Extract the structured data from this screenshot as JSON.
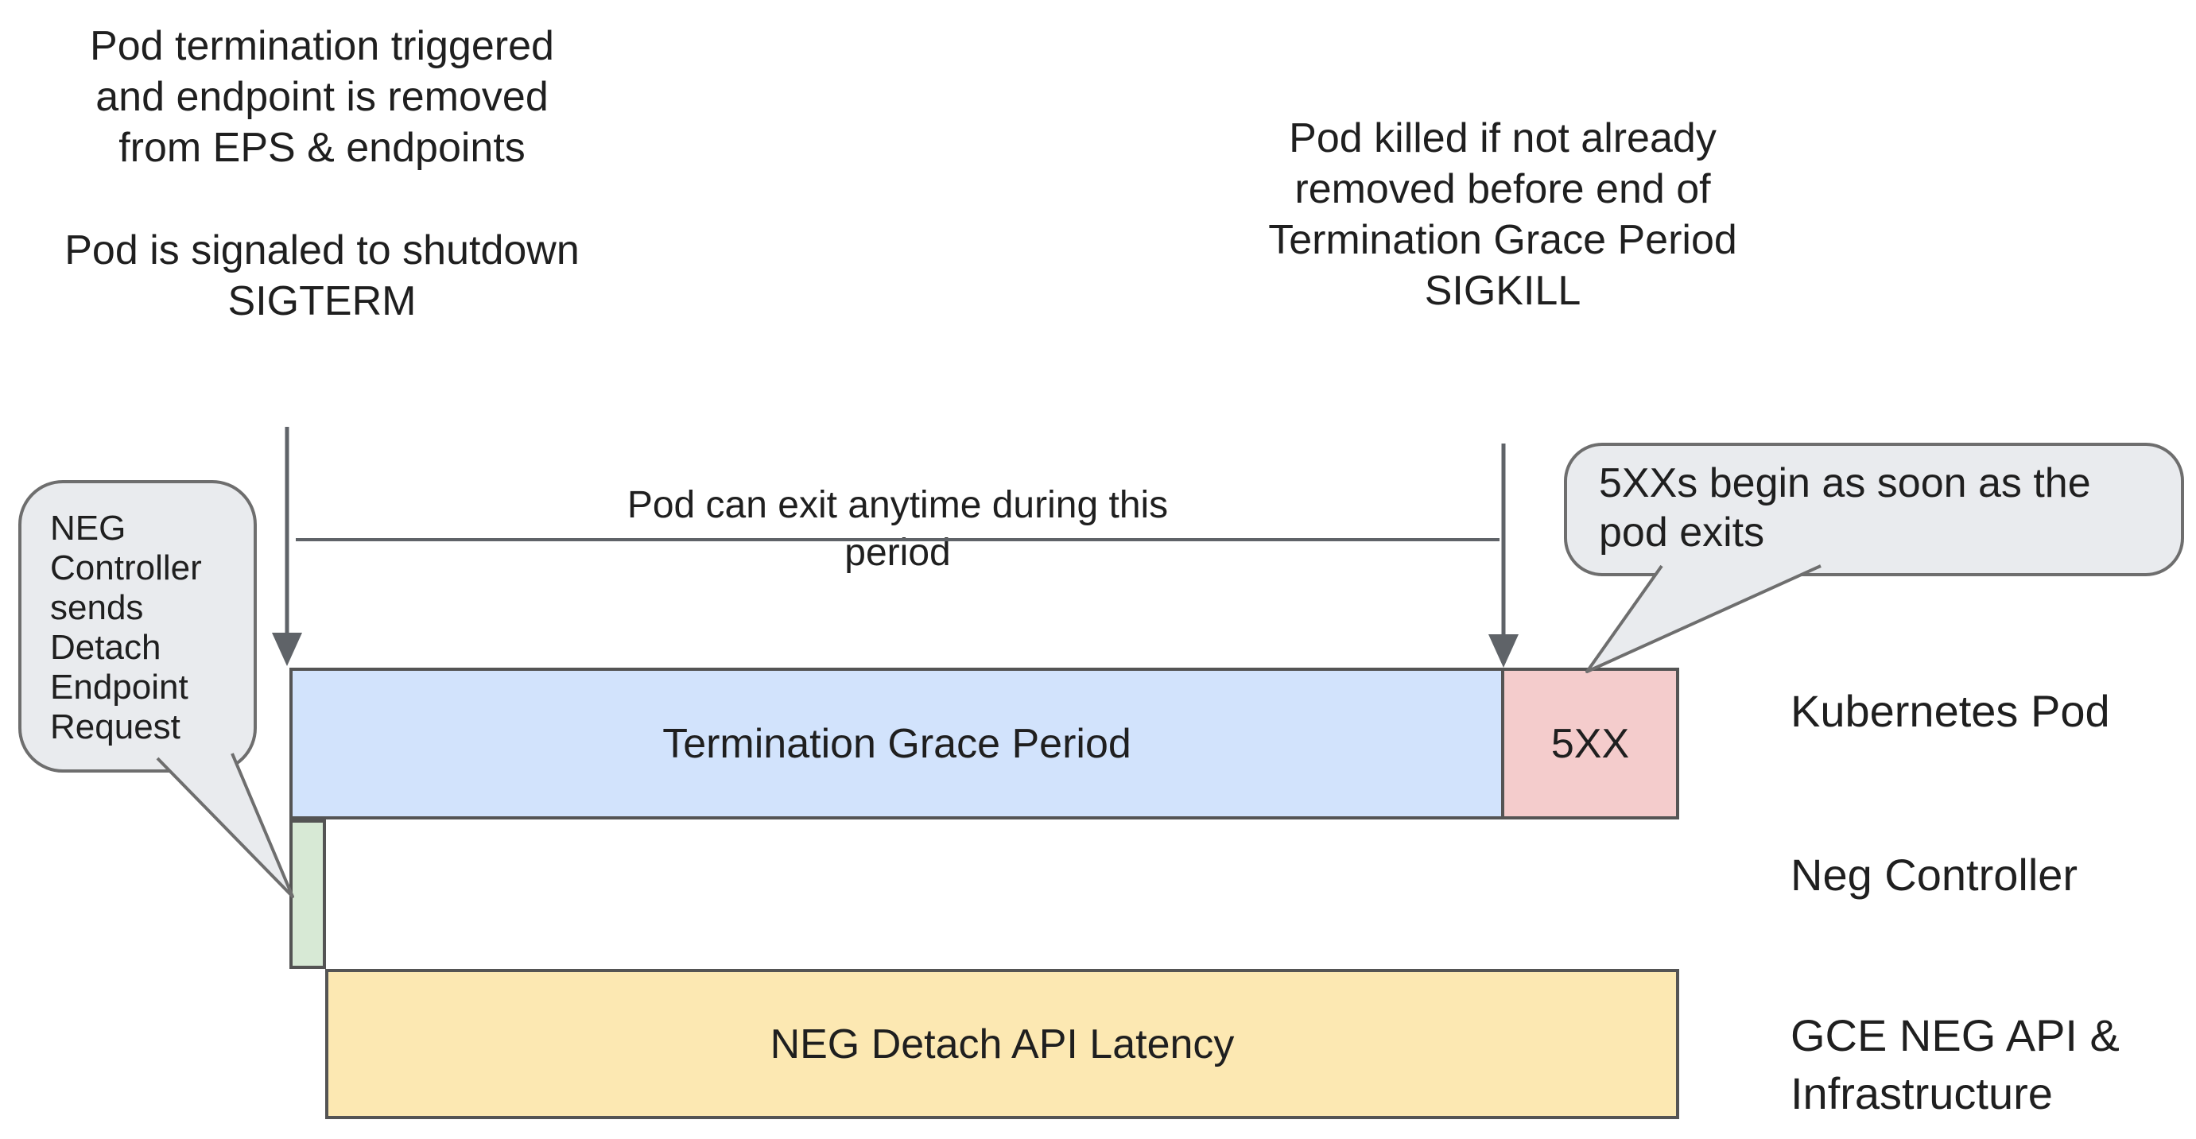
{
  "annotations": {
    "pod_termination": [
      "Pod termination triggered",
      "and endpoint is removed",
      "from EPS & endpoints"
    ],
    "sigterm": [
      "Pod is signaled to shutdown",
      "SIGTERM"
    ],
    "sigkill": [
      "Pod killed if not already",
      "removed before end of",
      "Termination Grace Period",
      "SIGKILL"
    ],
    "exit_note": "Pod can exit anytime during this period"
  },
  "callouts": {
    "neg_controller": [
      "NEG",
      "Controller",
      "sends",
      "Detach",
      "Endpoint",
      "Request"
    ],
    "five_xx": [
      "5XXs begin as soon as the",
      "pod exits"
    ]
  },
  "bars": {
    "grace_period": "Termination Grace Period",
    "five_xx": "5XX",
    "detach_request": "",
    "detach_latency": "NEG Detach API Latency"
  },
  "lanes": {
    "kubernetes_pod": "Kubernetes Pod",
    "neg_controller": "Neg Controller",
    "gce_neg_api": [
      "GCE NEG API &",
      "Infrastructure"
    ]
  },
  "colors": {
    "grace_period_fill": "#d2e3fc",
    "five_xx_fill": "#f4cccc",
    "detach_request_fill": "#d7e9d5",
    "detach_latency_fill": "#fce8b2",
    "callout_fill": "#e9ebee",
    "callout_border": "#6e6e6e",
    "bar_border": "#545454",
    "line": "#5f6368",
    "text": "#1f1f1f"
  }
}
